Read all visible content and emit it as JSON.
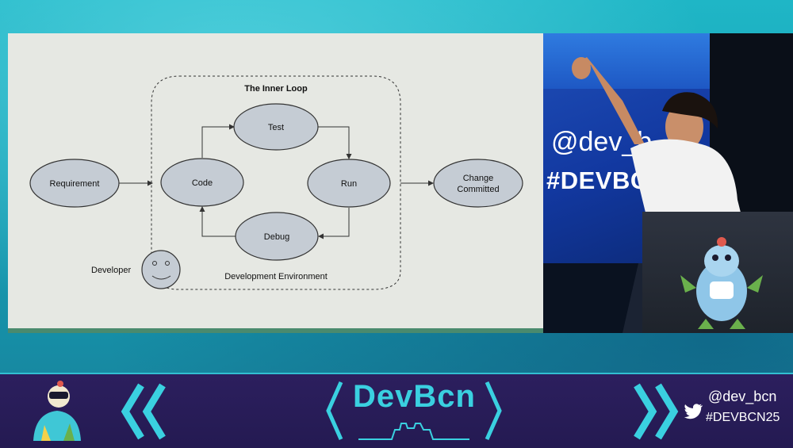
{
  "slide": {
    "container_label": "The Inner Loop",
    "environment_label": "Development Environment",
    "actor_label": "Developer",
    "nodes": {
      "requirement": "Requirement",
      "code": "Code",
      "test": "Test",
      "run": "Run",
      "debug": "Debug",
      "change_line1": "Change",
      "change_line2": "Committed"
    }
  },
  "camera": {
    "screen_handle": "@dev_b",
    "screen_hashtag": "#DEVBCN"
  },
  "footer": {
    "brand": "DevBcn",
    "handle": "@dev_bcn",
    "hashtag": "#DEVBCN25",
    "twitter_icon": "twitter-bird-icon",
    "accent_color": "#3ad0e0",
    "footer_color": "#2a1d5a"
  }
}
